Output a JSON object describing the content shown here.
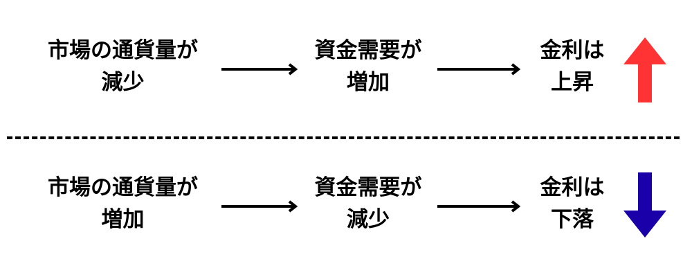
{
  "rows": [
    {
      "cause": [
        "市場の通貨量が",
        "減少"
      ],
      "effect": [
        "資金需要が",
        "増加"
      ],
      "result": [
        "金利は",
        "上昇"
      ],
      "direction": "up",
      "direction_icon": "arrow-up-icon",
      "color": "#ff3333"
    },
    {
      "cause": [
        "市場の通貨量が",
        "増加"
      ],
      "effect": [
        "資金需要が",
        "減少"
      ],
      "result": [
        "金利は",
        "下落"
      ],
      "direction": "down",
      "direction_icon": "arrow-down-icon",
      "color": "#1a00a8"
    }
  ]
}
